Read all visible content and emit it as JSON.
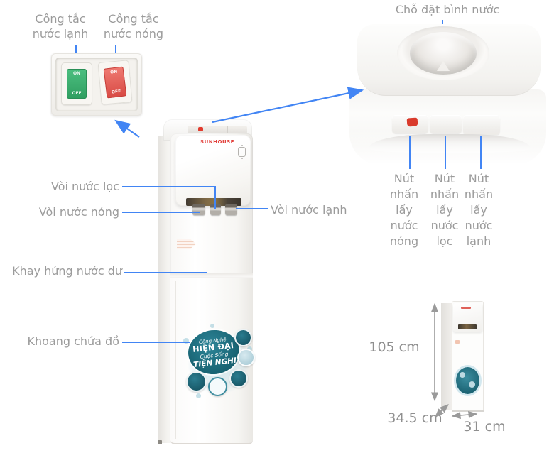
{
  "brand": {
    "logo": "SUNHOUSE"
  },
  "colors": {
    "annotation_gray": "#9b9b9b",
    "connector_blue": "#4285f4",
    "dimension_gray": "#8f8f8f",
    "switch_green": "#3fae72",
    "switch_red": "#e05a56",
    "brand_red": "#e2413c",
    "sticker_teal": "#1e6f80"
  },
  "callouts": {
    "switch_cold": {
      "line1": "Công tắc",
      "line2": "nước lạnh"
    },
    "switch_hot": {
      "line1": "Công tắc",
      "line2": "nước nóng"
    },
    "bottle_seat": "Chỗ đặt bình nước",
    "tap_filtered": "Vòi nước lọc",
    "tap_hot": "Vòi nước nóng",
    "tap_cold": "Vòi nước lạnh",
    "drip_tray": "Khay hứng nước dư",
    "storage": "Khoang chứa đồ"
  },
  "switch_inset": {
    "on": "ON",
    "off": "OFF"
  },
  "button_callouts": {
    "hot": [
      "Nút",
      "nhấn",
      "lấy",
      "nước",
      "nóng"
    ],
    "filtered": [
      "Nút",
      "nhấn",
      "lấy",
      "nước",
      "lọc"
    ],
    "cold": [
      "Nút",
      "nhấn",
      "lấy",
      "nước",
      "lạnh"
    ]
  },
  "sticker": {
    "line1": "Công Nghệ",
    "line2": "HIỆN ĐẠI",
    "line3": "Cuộc Sống",
    "line4": "TIỆN NGHI"
  },
  "dimensions": {
    "height": "105 cm",
    "depth": "34.5 cm",
    "width": "31 cm"
  }
}
